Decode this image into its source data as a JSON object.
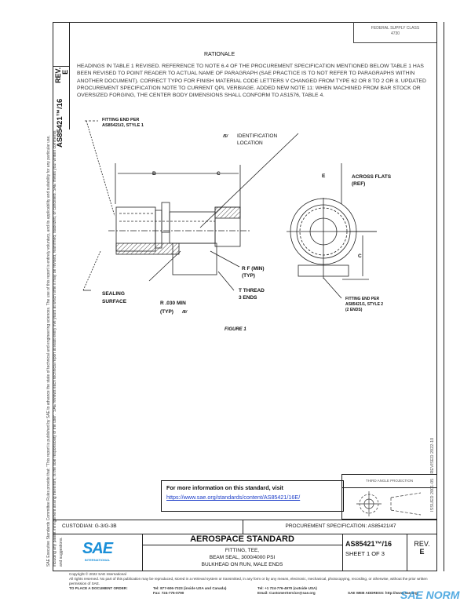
{
  "side_tab": {
    "rev_label": "REV.",
    "rev_value": "E",
    "doc_number": "AS85421™/16"
  },
  "federal_supply_class": {
    "label": "FEDERAL SUPPLY CLASS",
    "value": "4730"
  },
  "rationale": {
    "title": "RATIONALE",
    "text": "HEADINGS IN TABLE 1 REVISED. REFERENCE TO NOTE 6.4 OF THE PROCUREMENT SPECIFICATION MENTIONED BELOW TABLE 1 HAS BEEN REVISED TO POINT READER TO ACTUAL NAME OF PARAGRAPH (SAE PRACTICE IS TO NOT REFER TO PARAGRAPHS WITHIN ANOTHER DOCUMENT). CORRECT TYPO FOR FINISH MATERIAL CODE LETTERS V CHANGED FROM TYPE 62 OR 8 TO 2 OR 8. UPDATED PROCUREMENT SPECIFICATION NOTE TO CURRENT QPL VERBIAGE. ADDED NEW NOTE 11: WHEN MACHINED FROM BAR STOCK OR OVERSIZED FORGING, THE CENTER BODY DIMENSIONS SHALL CONFORM TO AS1576, TABLE 4."
  },
  "figure": {
    "caption": "FIGURE 1",
    "labels": {
      "fitting_end_style1": [
        "FITTING END PER",
        "AS85421/2, STYLE 1"
      ],
      "identification_note": "/5/",
      "identification": [
        "IDENTIFICATION",
        "LOCATION"
      ],
      "dim_b": "B",
      "dim_c": "C",
      "dim_e": "E",
      "across_flats": [
        "ACROSS FLATS",
        "(REF)"
      ],
      "rf_min": [
        "R F (MIN)",
        "(TYP)"
      ],
      "t_thread": [
        "T THREAD",
        "3 ENDS"
      ],
      "sealing_surface": [
        "SEALING",
        "SURFACE"
      ],
      "r_min": [
        "R .030 MIN",
        "(TYP)"
      ],
      "r_note": "/8/",
      "fitting_end_style2": [
        "FITTING END PER",
        "AS85421/1, STYLE 2",
        "(2 ENDS)"
      ]
    }
  },
  "disclaimer": "SAE Executive Standards Committee Rules provide that: \"This report is published by SAE to advance the state of technical and engineering sciences. The use of this report is entirely voluntary, and its applicability and suitability for any particular use, including any patent infringement arising therefrom, is the sole responsibility of the user.\" SAE reviews each technical report at least every five years at which time it may be revised, reaffirmed, stabilized, or cancelled. SAE invites your written comments and suggestions.",
  "dates": {
    "issued": "ISSUED 2001-05",
    "revised": "REVISED 2022-10"
  },
  "info_box": {
    "heading": "For more information on this standard, visit",
    "link": "https://www.sae.org/standards/content/AS85421/16E/"
  },
  "projection": {
    "label": "THIRD ANGLE PROJECTION"
  },
  "custodian": "CUSTODIAN: G-3/G-3B",
  "procurement_spec": "PROCUREMENT SPECIFICATION: AS85421/47",
  "title_block": {
    "logo_text": "SAE",
    "logo_sub": "INTERNATIONAL",
    "standard_type": "AEROSPACE STANDARD",
    "title_lines": [
      "FITTING, TEE,",
      "BEAM SEAL, 3000/4000 PSI",
      "BULKHEAD ON RUN, MALE ENDS"
    ],
    "doc_number": "AS85421™/16",
    "sheet": "SHEET 1 OF 3",
    "rev_label": "REV.",
    "rev_value": "E"
  },
  "footer": {
    "copyright": "Copyright © 2022 SAE International",
    "rights": "All rights reserved. No part of this publication may be reproduced, stored in a retrieval system or transmitted, in any form or by any means, electronic, mechanical, photocopying, recording, or otherwise, without the prior written permission of SAE.",
    "order_label": "TO PLACE A DOCUMENT ORDER:",
    "tel_us": "Tel: 877-606-7323 (inside USA and Canada)",
    "fax": "Fax: 724-776-0790",
    "tel_intl": "Tel: +1 724-776-4970 (outside USA)",
    "email": "Email: CustomerService@sae.org",
    "web": "SAE WEB ADDRESS: http://www.sae.org"
  },
  "watermark": {
    "text": "SAE NORM"
  },
  "colors": {
    "sae_blue": "#1a8fd8",
    "link": "#1a3cc8"
  }
}
